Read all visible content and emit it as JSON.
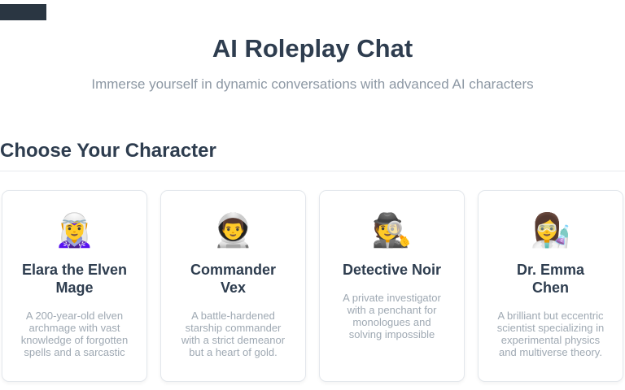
{
  "header": {
    "title": "AI Roleplay Chat",
    "subtitle": "Immerse yourself in dynamic conversations with advanced AI characters"
  },
  "decor": {
    "top_left_bar_color": "#2a3642",
    "heading_color": "#2e3d4f",
    "subtitle_color": "#8d98a4",
    "description_color": "#9fa9b3",
    "card_border_color": "#e3e7ec"
  },
  "section": {
    "heading": "Choose Your Character",
    "characters": [
      {
        "name": "Elara the Elven\nMage",
        "icon": "🧝‍♀️",
        "icon_name": "elf-woman-emoji",
        "description": "A 200-year-old elven\narchmage with vast\nknowledge of forgotten\nspells and a sarcastic"
      },
      {
        "name": "Commander\nVex",
        "icon": "👨‍🚀",
        "icon_name": "man-astronaut-emoji",
        "description": "A battle-hardened\nstarship commander\nwith a strict demeanor\nbut a heart of gold."
      },
      {
        "name": "Detective Noir",
        "icon": "🕵️",
        "icon_name": "detective-emoji",
        "description": "A private investigator\nwith a penchant for\nmonologues and\nsolving impossible"
      },
      {
        "name": "Dr. Emma\nChen",
        "icon": "👩‍🔬",
        "icon_name": "woman-scientist-emoji",
        "description": "A brilliant but eccentric\nscientist specializing in\nexperimental physics\nand multiverse theory."
      }
    ]
  }
}
